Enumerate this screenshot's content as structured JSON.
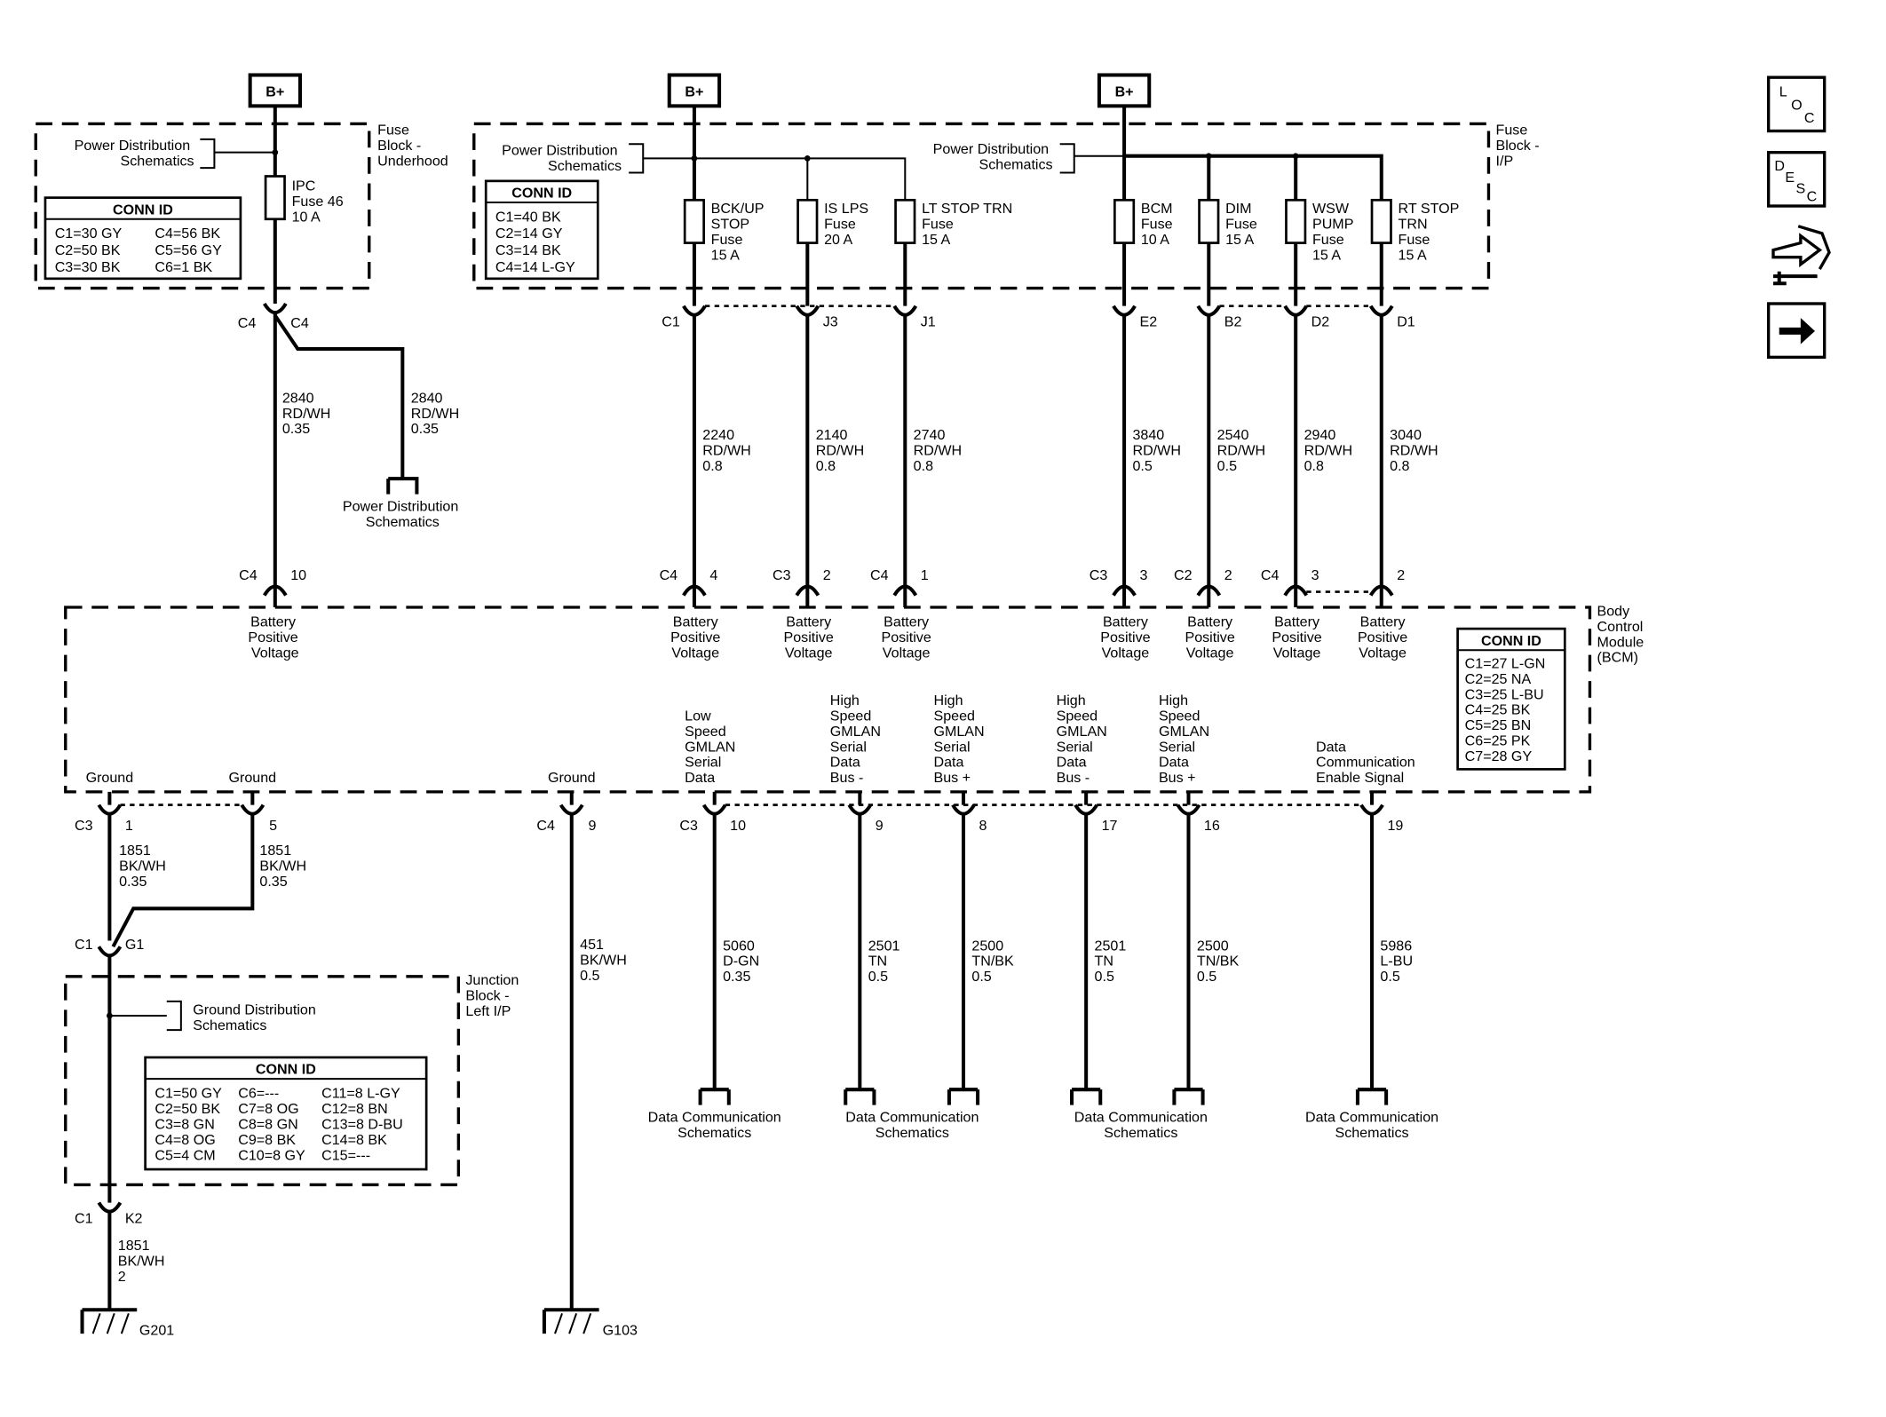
{
  "bplus_label": "B+",
  "fuse_block_underhood": {
    "label": [
      "Fuse",
      "Block -",
      "Underhood"
    ],
    "pds": [
      "Power Distribution",
      "Schematics"
    ]
  },
  "fuse_block_ip": {
    "label": [
      "Fuse",
      "Block -",
      "I/P"
    ],
    "pds_left": [
      "Power Distribution",
      "Schematics"
    ],
    "pds_right": [
      "Power Distribution",
      "Schematics"
    ]
  },
  "conn_underhood": {
    "title": "CONN ID",
    "rows": [
      [
        "C1=30 GY",
        "C4=56 BK"
      ],
      [
        "C2=50 BK",
        "C5=56 GY"
      ],
      [
        "C3=30 BK",
        "C6=1 BK"
      ]
    ]
  },
  "conn_ip": {
    "title": "CONN ID",
    "rows": [
      "C1=40 BK",
      "C2=14 GY",
      "C3=14 BK",
      "C4=14 L-GY"
    ]
  },
  "conn_bcm": {
    "title": "CONN ID",
    "rows": [
      "C1=27 L-GN",
      "C2=25 NA",
      "C3=25 L-BU",
      "C4=25 BK",
      "C5=25 BN",
      "C6=25 PK",
      "C7=28 GY"
    ]
  },
  "conn_junction": {
    "title": "CONN ID",
    "rows": [
      [
        "C1=50 GY",
        "C6=---",
        "C11=8 L-GY"
      ],
      [
        "C2=50 BK",
        "C7=8 OG",
        "C12=8 BN"
      ],
      [
        "C3=8 GN",
        "C8=8 GN",
        "C13=8 D-BU"
      ],
      [
        "C4=8 OG",
        "C9=8 BK",
        "C14=8 BK"
      ],
      [
        "C5=4 CM",
        "C10=8 GY",
        "C15=---"
      ]
    ]
  },
  "ipc_fuse": {
    "lines": [
      "IPC",
      "Fuse 46",
      "10 A"
    ],
    "top_pin": {
      "conn": "C4",
      "pin": "C4"
    },
    "bcm_pin": {
      "conn": "C4",
      "pin": "10"
    }
  },
  "ipc_wires": [
    {
      "lines": [
        "2840",
        "RD/WH",
        "0.35"
      ]
    },
    {
      "lines": [
        "2840",
        "RD/WH",
        "0.35"
      ],
      "dest": [
        "Power Distribution",
        "Schematics"
      ]
    }
  ],
  "ip_fuses": [
    {
      "lines": [
        "BCK/UP",
        "STOP",
        "Fuse",
        "15 A"
      ],
      "pin": "C1",
      "wire": [
        "2240",
        "RD/WH",
        "0.8"
      ],
      "bcm_conn": "C4",
      "bcm_pin": "4"
    },
    {
      "lines": [
        "IS LPS",
        "Fuse",
        "20 A"
      ],
      "pin": "J3",
      "wire": [
        "2140",
        "RD/WH",
        "0.8"
      ],
      "bcm_conn": "C3",
      "bcm_pin": "2"
    },
    {
      "lines": [
        "LT STOP TRN",
        "Fuse",
        "15 A"
      ],
      "pin": "J1",
      "wire": [
        "2740",
        "RD/WH",
        "0.8"
      ],
      "bcm_conn": "C4",
      "bcm_pin": "1"
    },
    {
      "lines": [
        "BCM",
        "Fuse",
        "10 A"
      ],
      "pin": "E2",
      "wire": [
        "3840",
        "RD/WH",
        "0.5"
      ],
      "bcm_conn": "C3",
      "bcm_pin": "3"
    },
    {
      "lines": [
        "DIM",
        "Fuse",
        "15 A"
      ],
      "pin": "B2",
      "wire": [
        "2540",
        "RD/WH",
        "0.5"
      ],
      "bcm_conn": "C2",
      "bcm_pin": "2"
    },
    {
      "lines": [
        "WSW",
        "PUMP",
        "Fuse",
        "15 A"
      ],
      "pin": "D2",
      "wire": [
        "2940",
        "RD/WH",
        "0.8"
      ],
      "bcm_conn": "C4",
      "bcm_pin": "3"
    },
    {
      "lines": [
        "RT STOP",
        "TRN",
        "Fuse",
        "15 A"
      ],
      "pin": "D1",
      "wire": [
        "3040",
        "RD/WH",
        "0.8"
      ],
      "bcm_conn": "",
      "bcm_pin": "2"
    }
  ],
  "bcm": {
    "label": [
      "Body",
      "Control",
      "Module",
      "(BCM)"
    ],
    "bpv": [
      "Battery",
      "Positive",
      "Voltage"
    ]
  },
  "bcm_grounds": [
    {
      "label": "Ground",
      "conn": "C3",
      "pin": "1",
      "wire": [
        "1851",
        "BK/WH",
        "0.35"
      ]
    },
    {
      "label": "Ground",
      "conn": "",
      "pin": "5",
      "wire": [
        "1851",
        "BK/WH",
        "0.35"
      ]
    },
    {
      "label": "Ground",
      "conn": "C4",
      "pin": "9",
      "wire": [
        "451",
        "BK/WH",
        "0.5"
      ],
      "ground": "G103"
    }
  ],
  "data_circuits": [
    {
      "lines": [
        "Low",
        "Speed",
        "GMLAN",
        "Serial",
        "Data"
      ],
      "conn": "C3",
      "pin": "10",
      "wire": [
        "5060",
        "D-GN",
        "0.35"
      ]
    },
    {
      "lines": [
        "High",
        "Speed",
        "GMLAN",
        "Serial",
        "Data",
        "Bus -"
      ],
      "conn": "",
      "pin": "9",
      "wire": [
        "2501",
        "TN",
        "0.5"
      ]
    },
    {
      "lines": [
        "High",
        "Speed",
        "GMLAN",
        "Serial",
        "Data",
        "Bus +"
      ],
      "conn": "",
      "pin": "8",
      "wire": [
        "2500",
        "TN/BK",
        "0.5"
      ]
    },
    {
      "lines": [
        "High",
        "Speed",
        "GMLAN",
        "Serial",
        "Data",
        "Bus -"
      ],
      "conn": "",
      "pin": "17",
      "wire": [
        "2501",
        "TN",
        "0.5"
      ]
    },
    {
      "lines": [
        "High",
        "Speed",
        "GMLAN",
        "Serial",
        "Data",
        "Bus +"
      ],
      "conn": "",
      "pin": "16",
      "wire": [
        "2500",
        "TN/BK",
        "0.5"
      ]
    },
    {
      "lines": [
        "Data",
        "Communication",
        "Enable Signal"
      ],
      "conn": "",
      "pin": "19",
      "wire": [
        "5986",
        "L-BU",
        "0.5"
      ]
    }
  ],
  "data_comm_dest": [
    "Data Communication",
    "Schematics"
  ],
  "junction": {
    "label": [
      "Junction",
      "Block -",
      "Left I/P"
    ],
    "top_pin": {
      "conn": "C1",
      "pin": "G1"
    },
    "bottom_pin": {
      "conn": "C1",
      "pin": "K2"
    },
    "gds": [
      "Ground Distribution",
      "Schematics"
    ],
    "wire": [
      "1851",
      "BK/WH",
      "2"
    ],
    "ground": "G201"
  },
  "sidebar_icons": [
    {
      "name": "location",
      "glyphs": [
        "L",
        "O",
        "C"
      ]
    },
    {
      "name": "description",
      "glyphs": [
        "D",
        "E",
        "S",
        "C"
      ]
    },
    {
      "name": "connector-repair",
      "glyphs": []
    },
    {
      "name": "next",
      "glyphs": [
        "→"
      ]
    }
  ]
}
